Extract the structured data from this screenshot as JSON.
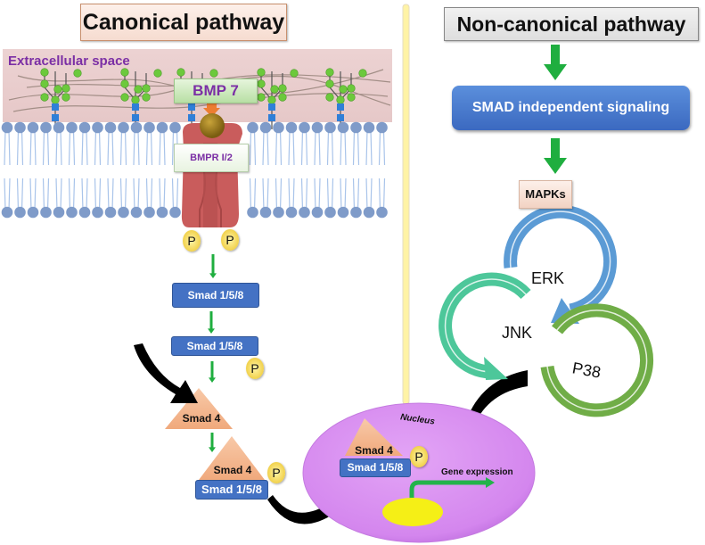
{
  "canonical": {
    "title": "Canonical pathway",
    "extracellular_label": "Extracellular space",
    "ligand": "BMP 7",
    "receptor": "BMPR I/2",
    "phospho": "P",
    "smad_158": "Smad 1/5/8",
    "smad_4": "Smad 4"
  },
  "noncanonical": {
    "title": "Non-canonical pathway",
    "signaling": "SMAD independent signaling",
    "mapks": "MAPKs",
    "kinases": [
      "ERK",
      "JNK",
      "P38"
    ]
  },
  "nucleus": {
    "label": "Nucleus",
    "gene_expression": "Gene expression"
  },
  "colors": {
    "smad_blue": "#4472c4",
    "smad4_peach": "#f4b183",
    "nucleus_violet": "#d88ef0",
    "erk_blue": "#5b9bd5",
    "jnk_teal": "#4dc79a",
    "p38_green": "#70ad47",
    "arrow_green": "#1fae3f",
    "title_purple": "#7b2fa5"
  }
}
